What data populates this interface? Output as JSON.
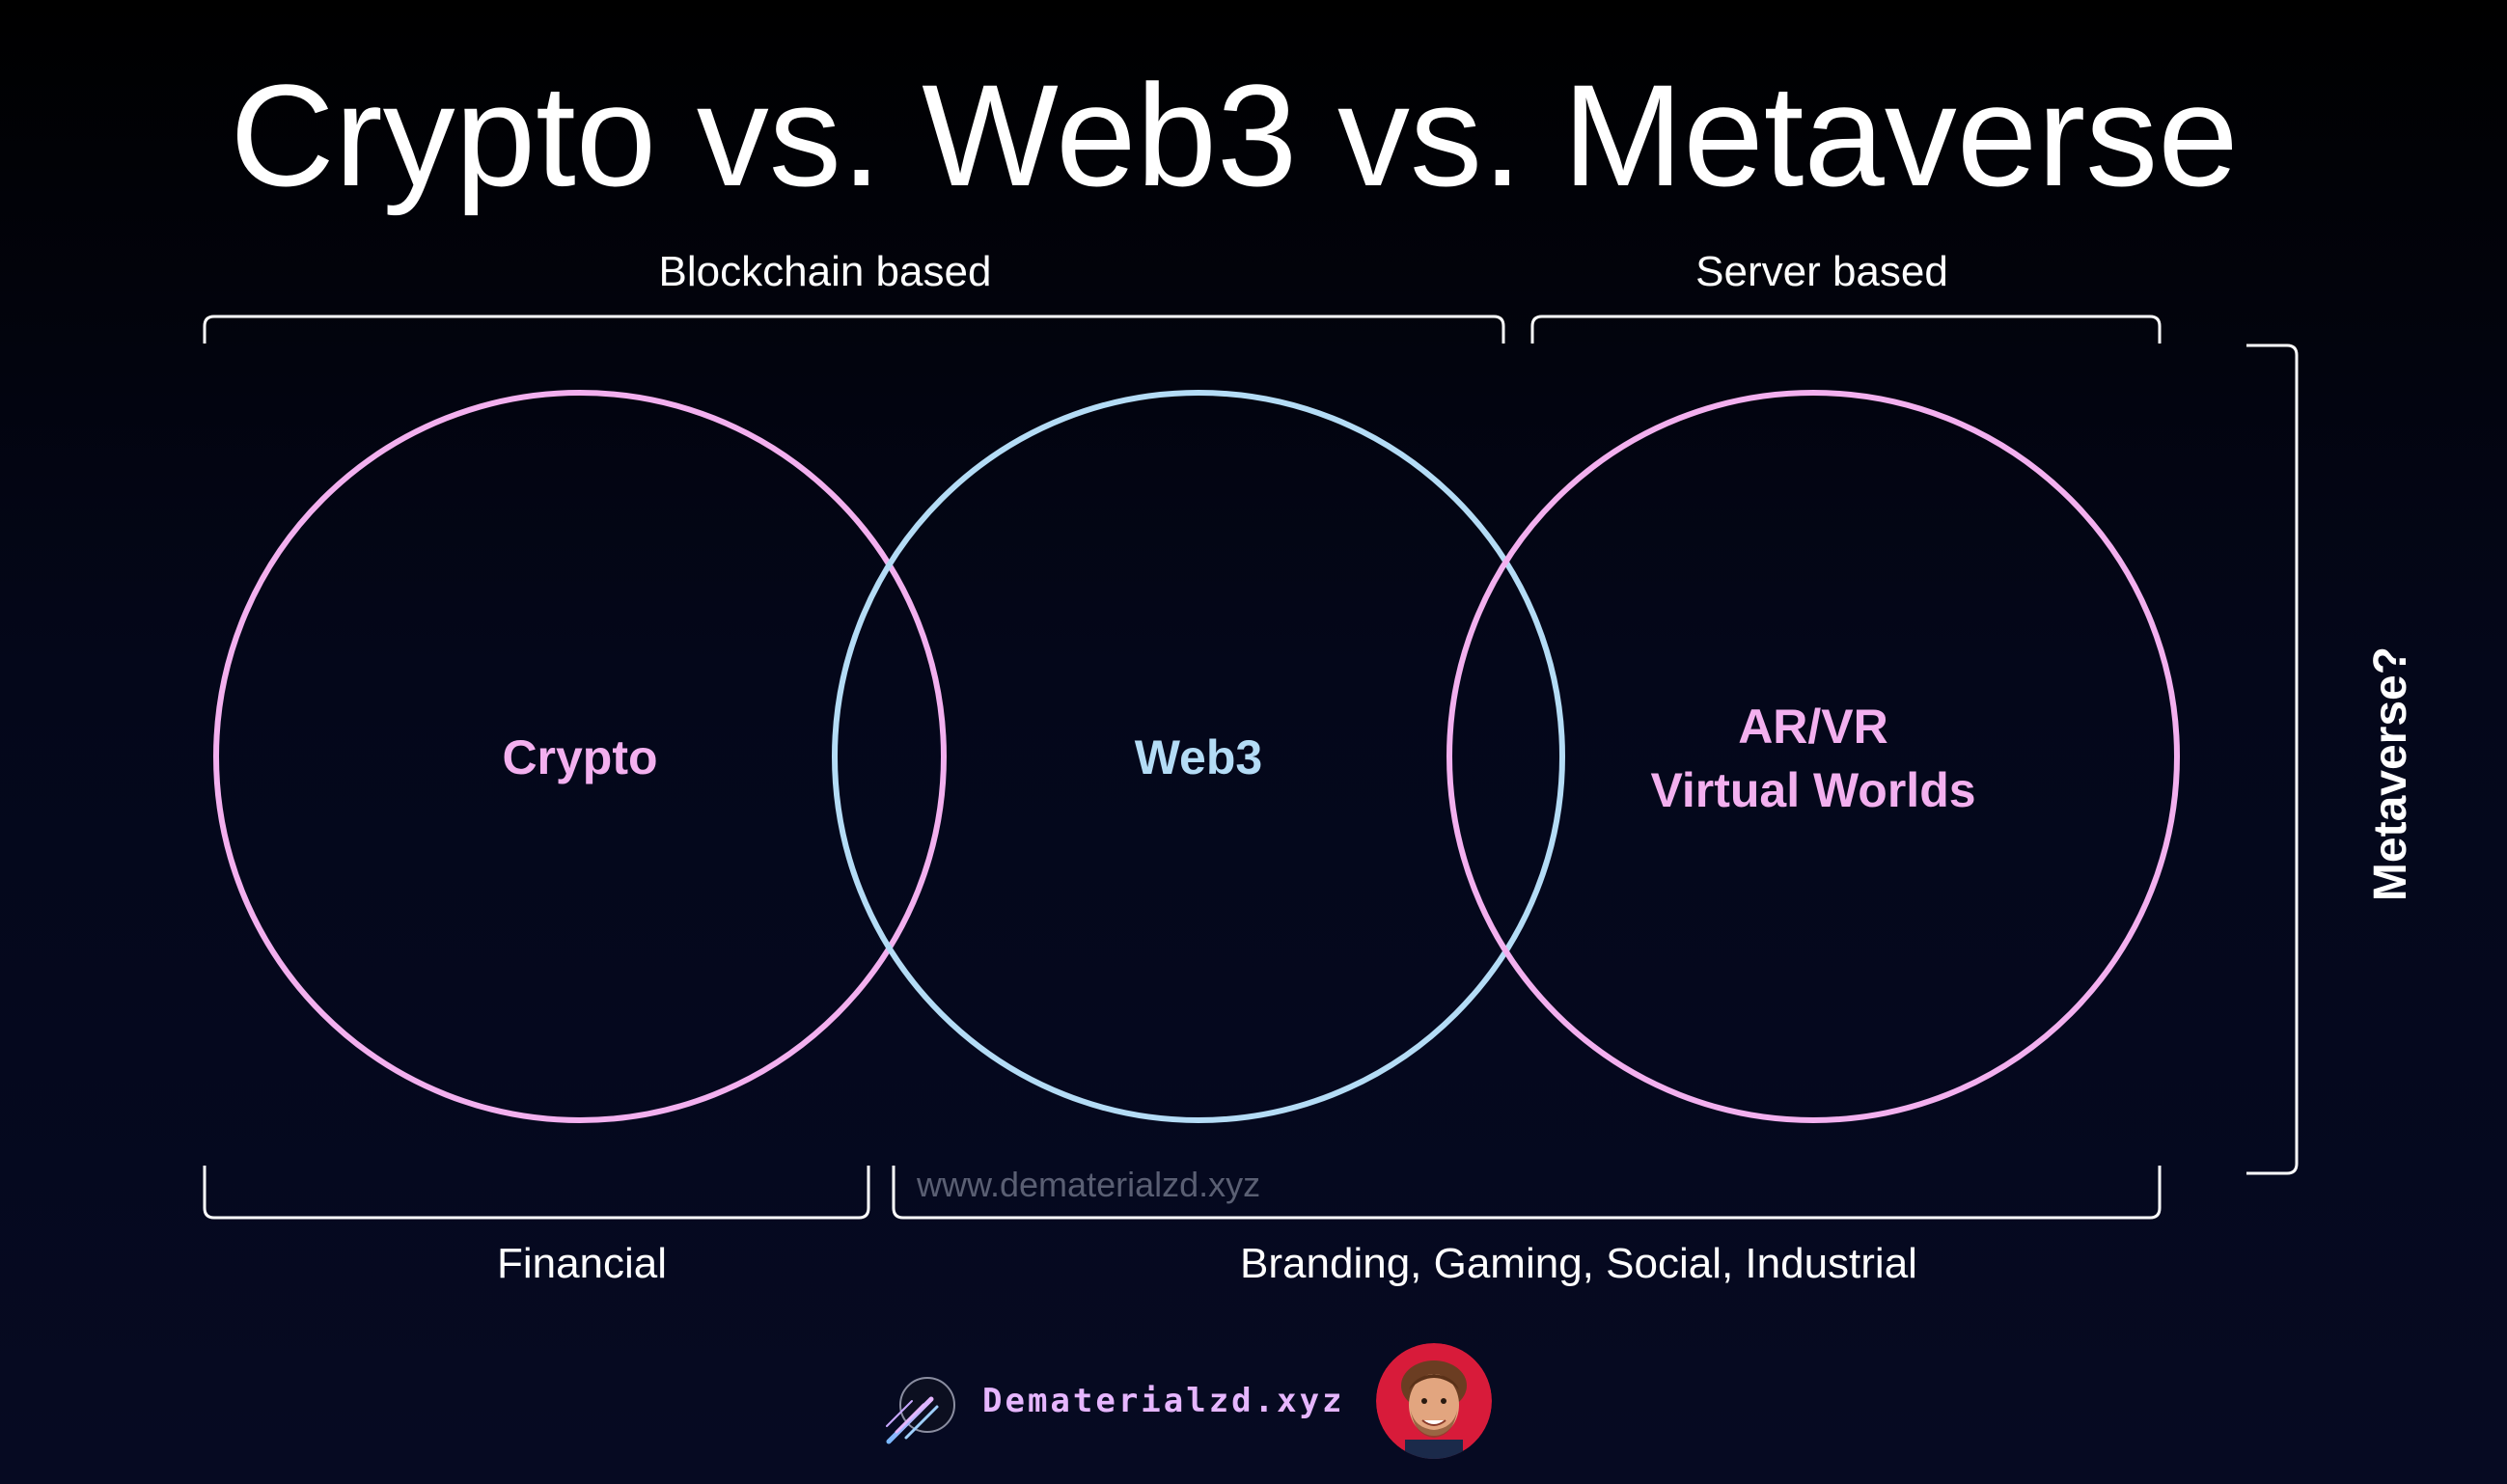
{
  "title": "Crypto vs. Web3 vs. Metaverse",
  "brackets": {
    "blockchain_label": "Blockchain based",
    "server_label": "Server based",
    "metaverse_label": "Metaverse?",
    "financial_label": "Financial",
    "uses_label": "Branding, Gaming, Social, Industrial"
  },
  "circles": {
    "crypto_label": "Crypto",
    "web3_label": "Web3",
    "arvr_line1": "AR/VR",
    "arvr_line2": "Virtual Worlds"
  },
  "colors": {
    "pink": "#f3b0ef",
    "blue": "#b4dcf6",
    "background": "#05081a",
    "brand": "#e6b6ff"
  },
  "watermark": "www.dematerialzd.xyz",
  "footer": {
    "brand_name": "Dematerialzd.xyz",
    "logo_icon": "meteor-logo-icon",
    "avatar_icon": "avatar-portrait-icon"
  }
}
